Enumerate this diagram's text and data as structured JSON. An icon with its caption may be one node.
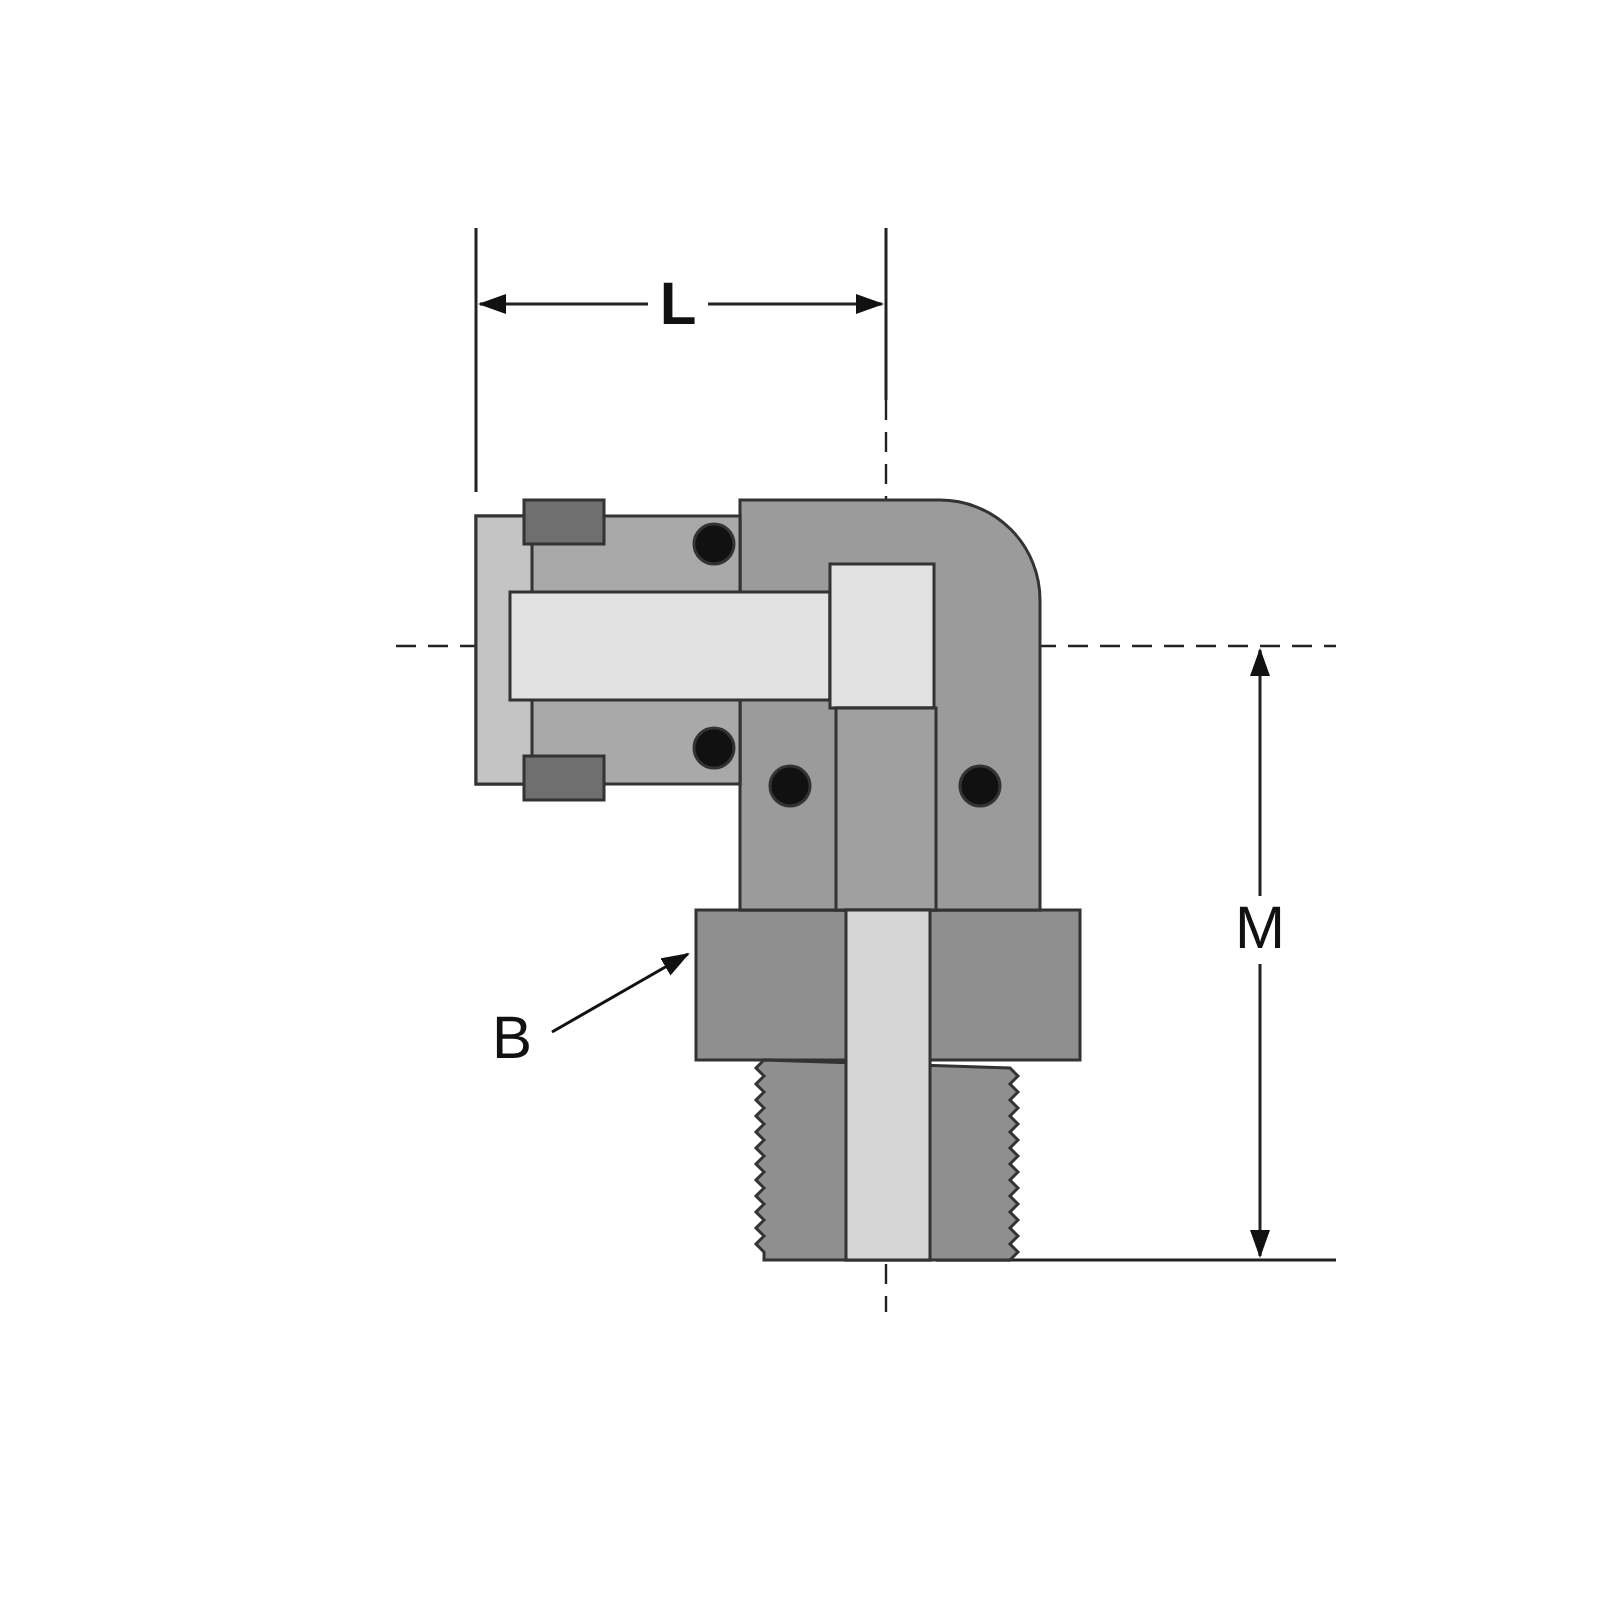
{
  "diagram": {
    "nodes": [
      {
        "text": [
          "B"
        ]
      },
      {
        "text": [],
        "shape": "box"
      }
    ],
    "edges": [
      {
        "from": 0,
        "to": 1,
        "arrow": "to"
      }
    ],
    "labels": [
      "L",
      "M"
    ]
  }
}
